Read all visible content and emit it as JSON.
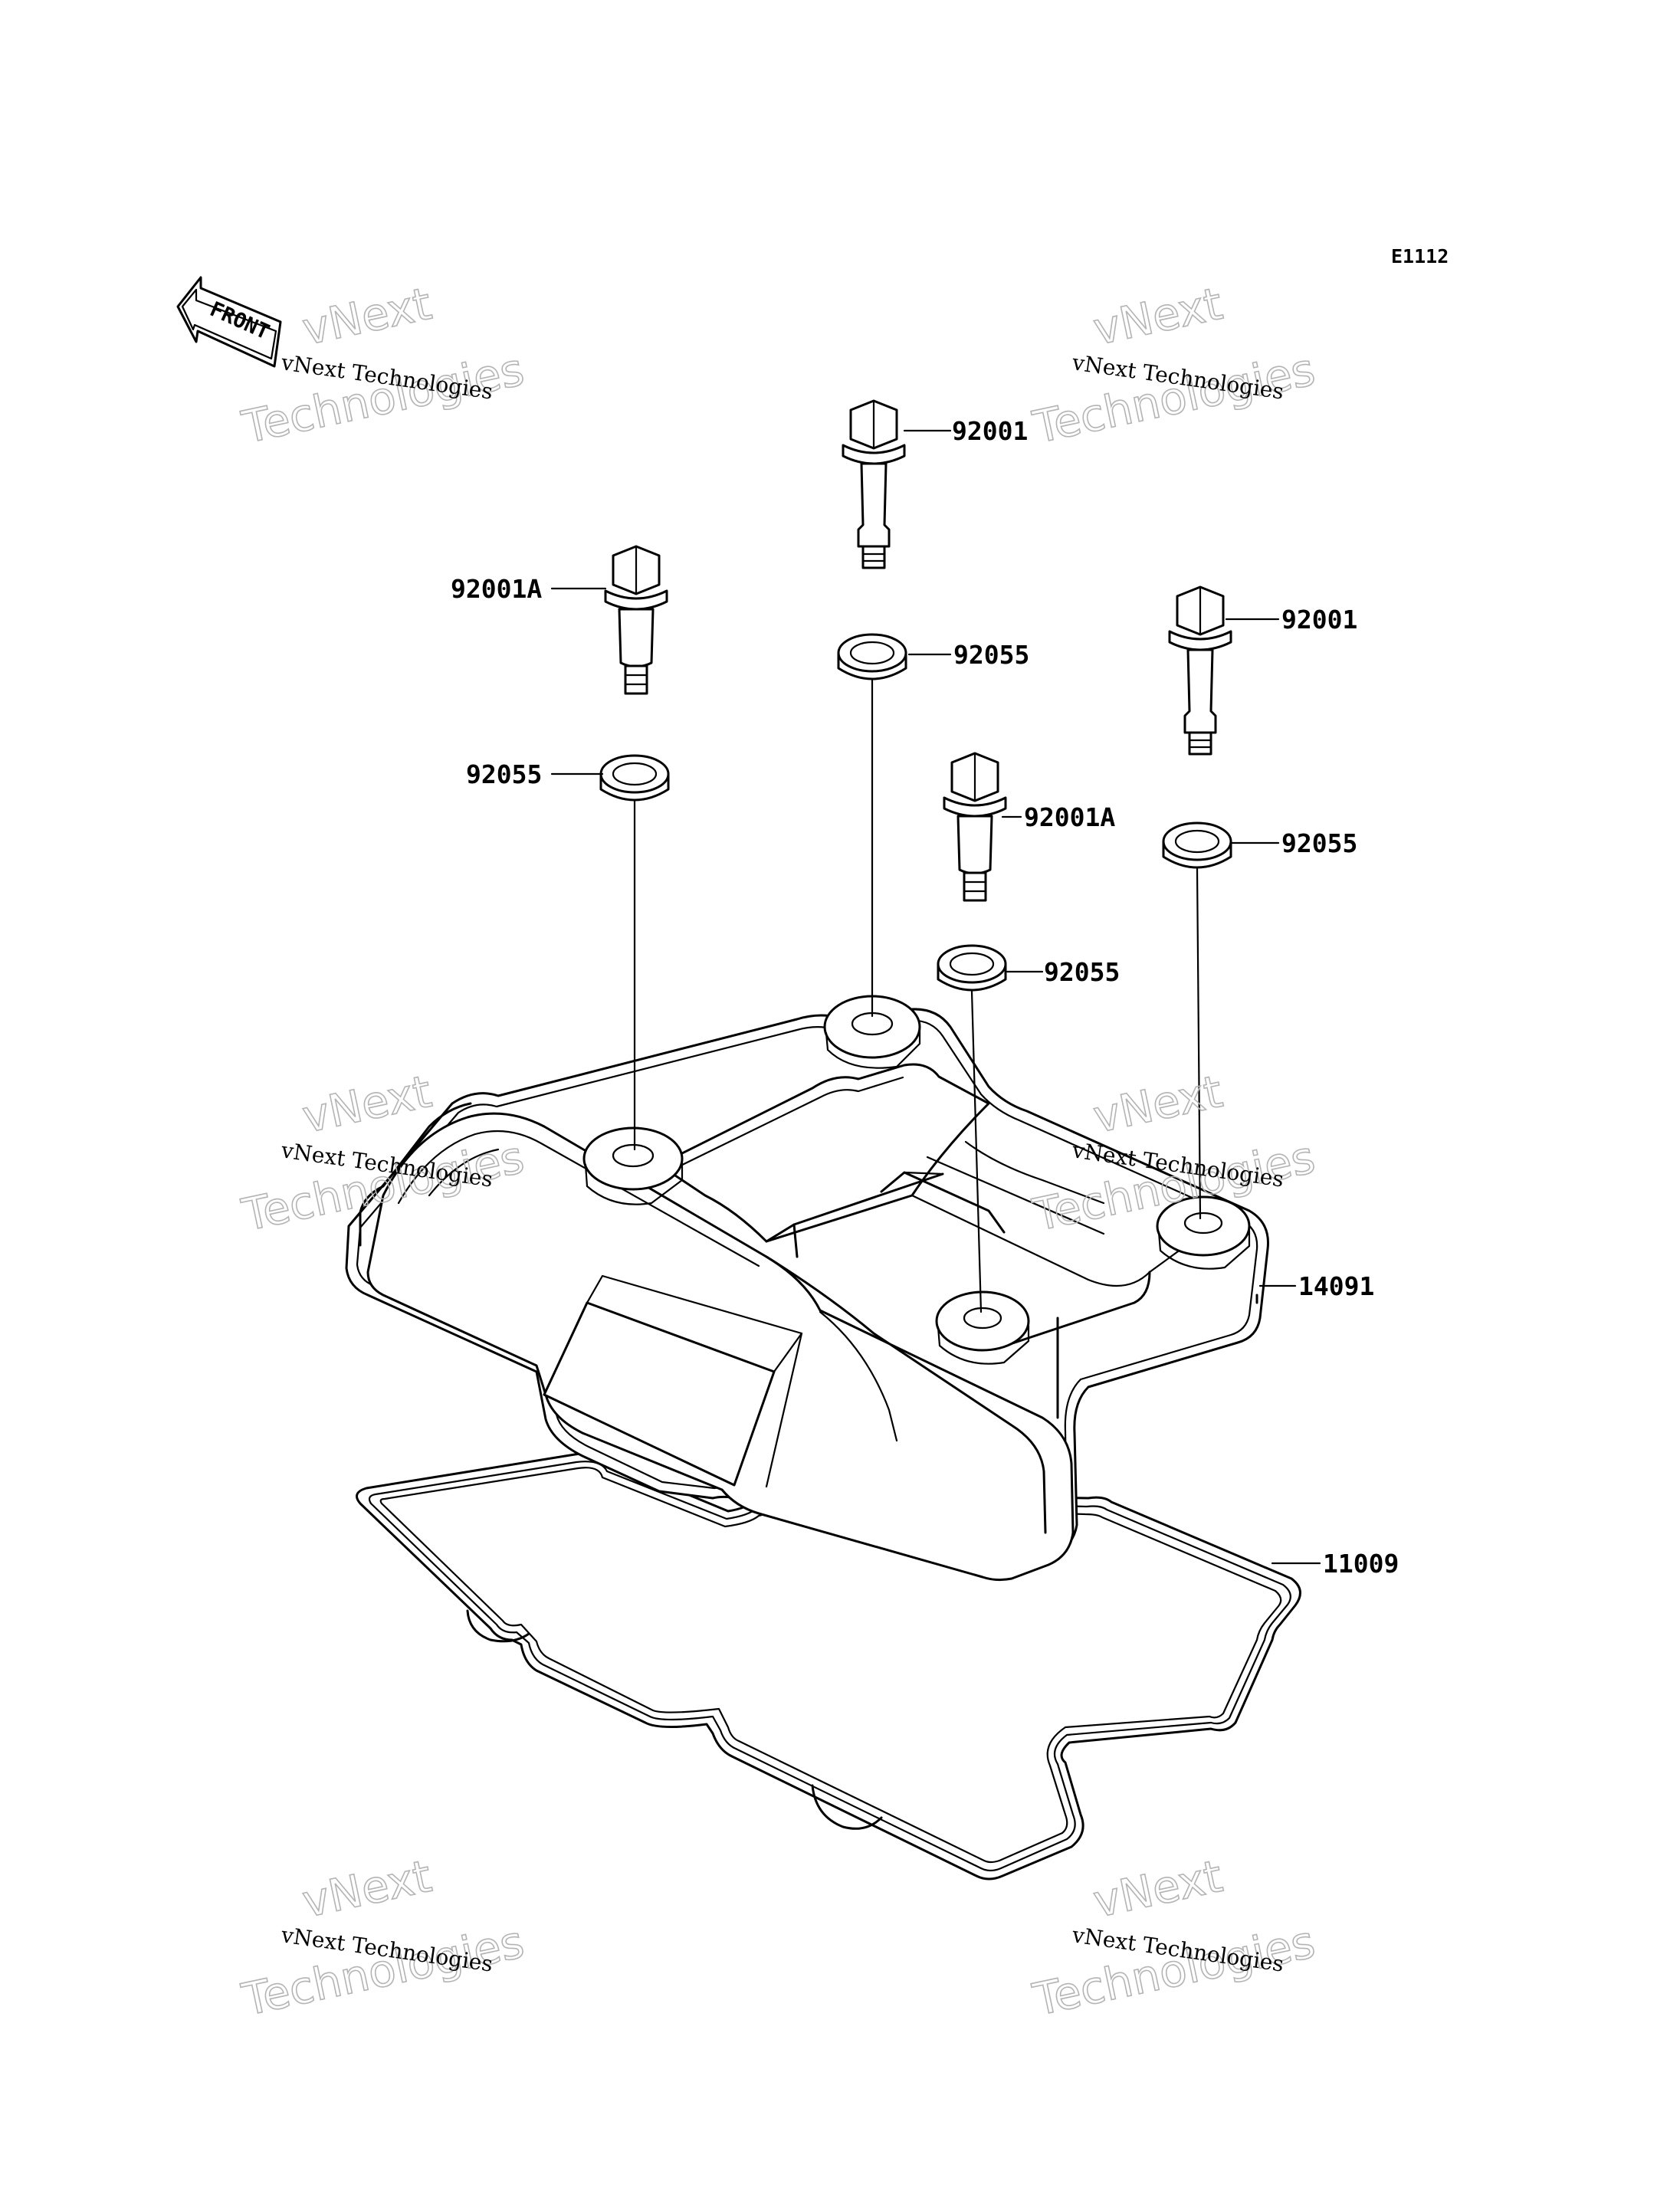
{
  "diagram_code": "E1112",
  "front_label": "FRONT",
  "watermark": {
    "line1": "vNext Technologies",
    "big_line1": "vNext",
    "big_line2": "Technologies"
  },
  "parts": [
    {
      "id": "bolt-top-center",
      "label": "92001"
    },
    {
      "id": "bolt-left",
      "label": "92001A"
    },
    {
      "id": "washer-top-center",
      "label": "92055"
    },
    {
      "id": "bolt-right",
      "label": "92001"
    },
    {
      "id": "washer-left",
      "label": "92055"
    },
    {
      "id": "bolt-mid",
      "label": "92001A"
    },
    {
      "id": "washer-right",
      "label": "92055"
    },
    {
      "id": "washer-mid",
      "label": "92055"
    },
    {
      "id": "cylinder-head-cover",
      "label": "14091"
    },
    {
      "id": "gasket",
      "label": "11009"
    }
  ]
}
